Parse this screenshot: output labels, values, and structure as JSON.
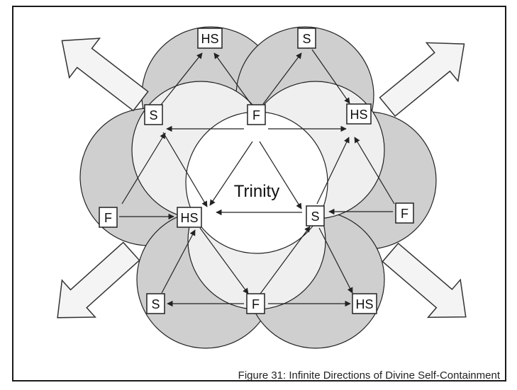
{
  "colors": {
    "outer_circle": "#cfcfcf",
    "middle_circle": "#efefef",
    "inner_circle": "#ffffff",
    "stroke": "#222222",
    "big_arrow_fill": "#f4f4f4"
  },
  "diagram": {
    "center_label": "Trinity",
    "nodes": {
      "top_hs": "HS",
      "top_s": "S",
      "upper_left_s": "S",
      "upper_center_f": "F",
      "upper_right_hs": "HS",
      "left_f": "F",
      "mid_left_hs": "HS",
      "mid_right_s": "S",
      "right_f": "F",
      "bottom_left_s": "S",
      "bottom_center_f": "F",
      "bottom_right_hs": "HS"
    }
  },
  "caption": "Figure 31: Infinite Directions of Divine Self-Containment"
}
